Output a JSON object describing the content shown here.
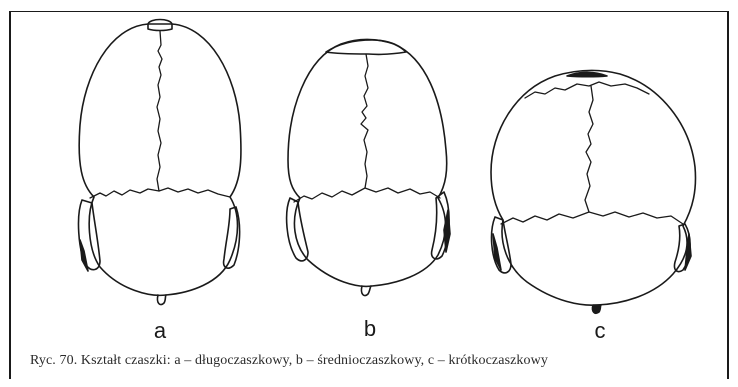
{
  "figure": {
    "labels": [
      "a",
      "b",
      "c"
    ],
    "caption": "Ryc. 70. Kształt czaszki: a – długoczaszkowy, b – średnioczaszkowy, c – krótkoczaszkowy"
  }
}
